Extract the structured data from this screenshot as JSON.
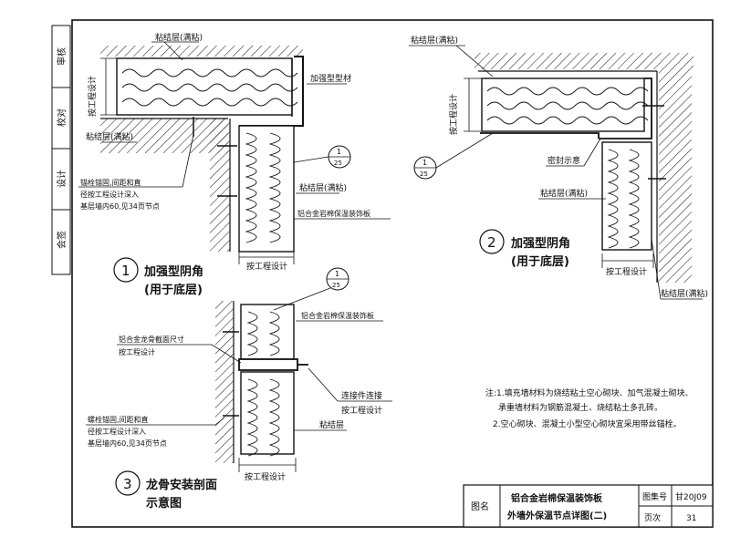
{
  "left_strip": [
    "审核",
    "校对",
    "设计",
    "会签"
  ],
  "detail1": {
    "number": "1",
    "title_line1": "加强型阴角",
    "title_line2": "(用于底层)",
    "labels": {
      "adhesive_top": "粘结层(满粘)",
      "adhesive_left": "粘结层(满粘)",
      "reinforce_profile": "加强型型材",
      "dim_vertical": "按工程设计",
      "anchor_l1": "锚栓锚固,间距和直",
      "anchor_l2": "径按工程设计深入",
      "anchor_l3": "基层墙内60,见34页节点",
      "adhesive_mid": "粘结层(满粘)",
      "panel": "铝合金岩棉保温装饰板",
      "dim_bottom": "按工程设计"
    },
    "ref_num": "1",
    "ref_page": "25"
  },
  "detail2": {
    "number": "2",
    "title_line1": "加强型阴角",
    "title_line2": "(用于底层)",
    "labels": {
      "adhesive_top": "粘结层(满粘)",
      "dim_vertical": "按工程设计",
      "seal": "密封示意",
      "adhesive_mid": "粘结层(满粘)",
      "dim_bottom": "按工程设计",
      "adhesive_bottom": "粘结层(满粘)"
    },
    "ref_num": "1",
    "ref_page": "25"
  },
  "detail3": {
    "number": "3",
    "title_line1": "龙骨安装剖面",
    "title_line2": "示意图",
    "labels": {
      "keel_l1": "铝合金龙骨截面尺寸",
      "keel_l2": "按工程设计",
      "panel": "铝合金岩棉保温装饰板",
      "connector_l1": "连接件连接",
      "connector_l2": "按工程设计",
      "anchor_l1": "螺栓锚固,间距和直",
      "anchor_l2": "径按工程设计深入",
      "anchor_l3": "基层墙内60,见34页节点",
      "adhesive": "粘结层",
      "dim_bottom": "按工程设计"
    },
    "ref_num": "1",
    "ref_page": "25"
  },
  "notes": {
    "line1": "注:1.填充墙材料为烧结粘土空心砌块、加气混凝土砌块、",
    "line2": "承重墙材料为钢筋混凝土、烧结粘土多孔砖。",
    "line3": "2.空心砌块、混凝土小型空心砌块宜采用带丝锚栓。"
  },
  "title_block": {
    "label_name": "图名",
    "title_line1": "铝合金岩棉保温装饰板",
    "title_line2": "外墙外保温节点详图(二)",
    "label_set": "图集号",
    "set_value": "甘20J09",
    "label_page": "页次",
    "page_value": "31"
  }
}
